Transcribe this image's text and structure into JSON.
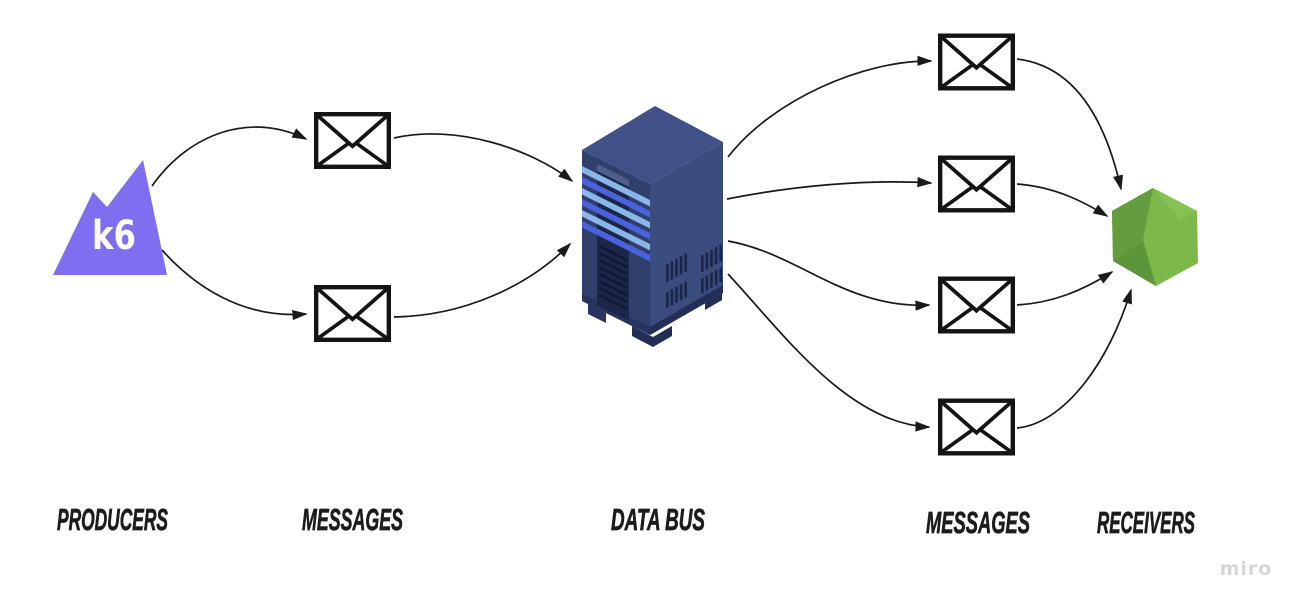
{
  "diagram": {
    "columns": [
      {
        "id": "producers",
        "label": "PRODUCERS",
        "icon": "k6-mountain-logo",
        "item_count": 1
      },
      {
        "id": "messages-left",
        "label": "MESSAGES",
        "icon": "envelope",
        "item_count": 2
      },
      {
        "id": "data-bus",
        "label": "DATA BUS",
        "icon": "server-rack",
        "item_count": 1
      },
      {
        "id": "messages-right",
        "label": "MESSAGES",
        "icon": "envelope",
        "item_count": 4
      },
      {
        "id": "receivers",
        "label": "RECEIVERS",
        "icon": "nodejs-hexagon",
        "item_count": 1
      }
    ],
    "k6_logo_text": "k6",
    "colors": {
      "k6_purple": "#7e6ff0",
      "server_top": "#3f5186",
      "server_left": "#313f6c",
      "server_right": "#3b4c7e",
      "server_rack": "#1b2648",
      "stripe_light": "#8ab6e9",
      "stripe_royal": "#4a63dd",
      "node_green": "#7db84a",
      "node_green_dark": "#649d3d",
      "node_green_darker": "#5c963a",
      "envelope_stroke": "#141414",
      "arrow": "#1a1a1a",
      "label_text": "#1c1c1c",
      "watermark": "#d6d6da",
      "background": "#ffffff"
    }
  },
  "watermark": {
    "label": "miro"
  }
}
